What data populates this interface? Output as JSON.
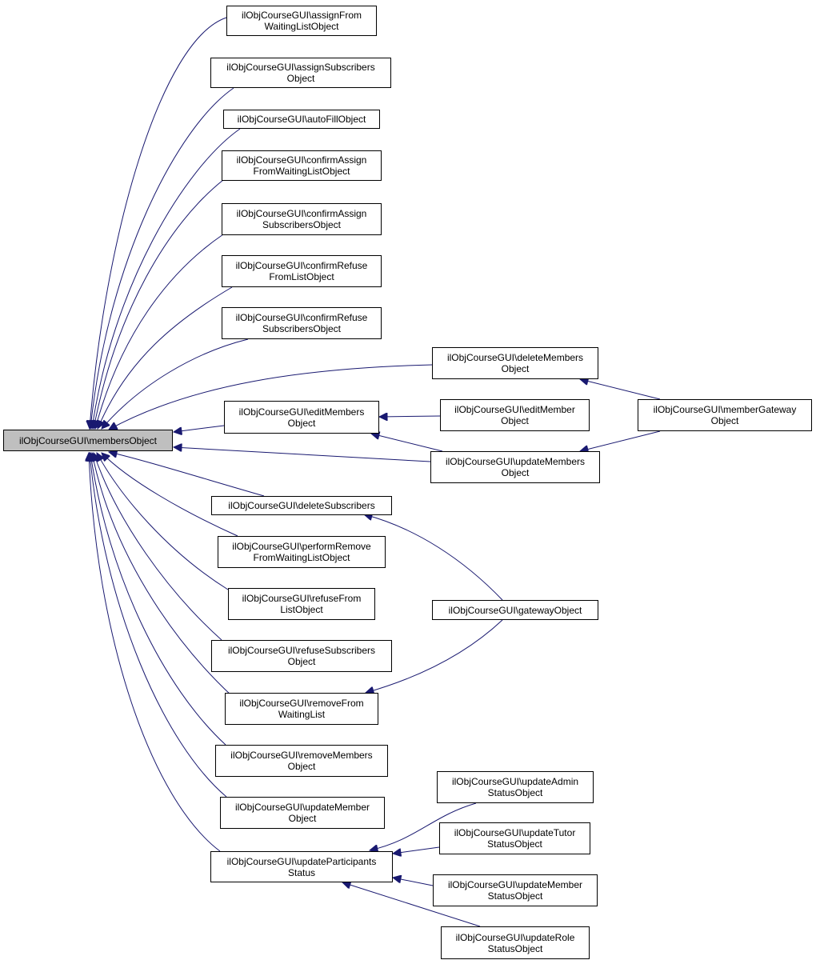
{
  "colors": {
    "edge": "#191970",
    "root_fill": "#bfbfbf",
    "node_fill": "#ffffff",
    "node_border": "#000000"
  },
  "nodes": [
    {
      "id": "root",
      "lines": [
        "ilObjCourseGUI\\membersObject"
      ]
    },
    {
      "id": "assignFromWaitingList",
      "lines": [
        "ilObjCourseGUI\\assignFrom",
        "WaitingListObject"
      ]
    },
    {
      "id": "assignSubscribers",
      "lines": [
        "ilObjCourseGUI\\assignSubscribers",
        "Object"
      ]
    },
    {
      "id": "autoFill",
      "lines": [
        "ilObjCourseGUI\\autoFillObject"
      ]
    },
    {
      "id": "confirmAssignFromWaiting",
      "lines": [
        "ilObjCourseGUI\\confirmAssign",
        "FromWaitingListObject"
      ]
    },
    {
      "id": "confirmAssignSubscribers",
      "lines": [
        "ilObjCourseGUI\\confirmAssign",
        "SubscribersObject"
      ]
    },
    {
      "id": "confirmRefuseFromList",
      "lines": [
        "ilObjCourseGUI\\confirmRefuse",
        "FromListObject"
      ]
    },
    {
      "id": "confirmRefuseSubscribers",
      "lines": [
        "ilObjCourseGUI\\confirmRefuse",
        "SubscribersObject"
      ]
    },
    {
      "id": "deleteMembers",
      "lines": [
        "ilObjCourseGUI\\deleteMembers",
        "Object"
      ]
    },
    {
      "id": "editMembers",
      "lines": [
        "ilObjCourseGUI\\editMembers",
        "Object"
      ]
    },
    {
      "id": "editMember",
      "lines": [
        "ilObjCourseGUI\\editMember",
        "Object"
      ]
    },
    {
      "id": "memberGateway",
      "lines": [
        "ilObjCourseGUI\\memberGateway",
        "Object"
      ]
    },
    {
      "id": "updateMembers",
      "lines": [
        "ilObjCourseGUI\\updateMembers",
        "Object"
      ]
    },
    {
      "id": "deleteSubscribers",
      "lines": [
        "ilObjCourseGUI\\deleteSubscribers"
      ]
    },
    {
      "id": "performRemove",
      "lines": [
        "ilObjCourseGUI\\performRemove",
        "FromWaitingListObject"
      ]
    },
    {
      "id": "refuseFromList",
      "lines": [
        "ilObjCourseGUI\\refuseFrom",
        "ListObject"
      ]
    },
    {
      "id": "gateway",
      "lines": [
        "ilObjCourseGUI\\gatewayObject"
      ]
    },
    {
      "id": "refuseSubscribers",
      "lines": [
        "ilObjCourseGUI\\refuseSubscribers",
        "Object"
      ]
    },
    {
      "id": "removeFromWaitingList",
      "lines": [
        "ilObjCourseGUI\\removeFrom",
        "WaitingList"
      ]
    },
    {
      "id": "removeMembers",
      "lines": [
        "ilObjCourseGUI\\removeMembers",
        "Object"
      ]
    },
    {
      "id": "updateAdminStatus",
      "lines": [
        "ilObjCourseGUI\\updateAdmin",
        "StatusObject"
      ]
    },
    {
      "id": "updateMember",
      "lines": [
        "ilObjCourseGUI\\updateMember",
        "Object"
      ]
    },
    {
      "id": "updateTutorStatus",
      "lines": [
        "ilObjCourseGUI\\updateTutor",
        "StatusObject"
      ]
    },
    {
      "id": "updateParticipantsStatus",
      "lines": [
        "ilObjCourseGUI\\updateParticipants",
        "Status"
      ]
    },
    {
      "id": "updateMemberStatus",
      "lines": [
        "ilObjCourseGUI\\updateMember",
        "StatusObject"
      ]
    },
    {
      "id": "updateRoleStatus",
      "lines": [
        "ilObjCourseGUI\\updateRole",
        "StatusObject"
      ]
    }
  ],
  "edges": [
    {
      "from": "assignFromWaitingList",
      "to": "root"
    },
    {
      "from": "assignSubscribers",
      "to": "root"
    },
    {
      "from": "autoFill",
      "to": "root"
    },
    {
      "from": "confirmAssignFromWaiting",
      "to": "root"
    },
    {
      "from": "confirmAssignSubscribers",
      "to": "root"
    },
    {
      "from": "confirmRefuseFromList",
      "to": "root"
    },
    {
      "from": "confirmRefuseSubscribers",
      "to": "root"
    },
    {
      "from": "deleteMembers",
      "to": "root"
    },
    {
      "from": "editMembers",
      "to": "root"
    },
    {
      "from": "updateMembers",
      "to": "root"
    },
    {
      "from": "deleteSubscribers",
      "to": "root"
    },
    {
      "from": "performRemove",
      "to": "root"
    },
    {
      "from": "refuseFromList",
      "to": "root"
    },
    {
      "from": "refuseSubscribers",
      "to": "root"
    },
    {
      "from": "removeFromWaitingList",
      "to": "root"
    },
    {
      "from": "removeMembers",
      "to": "root"
    },
    {
      "from": "updateMember",
      "to": "root"
    },
    {
      "from": "updateParticipantsStatus",
      "to": "root"
    },
    {
      "from": "editMember",
      "to": "editMembers"
    },
    {
      "from": "updateMembers",
      "to": "editMembers"
    },
    {
      "from": "memberGateway",
      "to": "deleteMembers"
    },
    {
      "from": "memberGateway",
      "to": "updateMembers"
    },
    {
      "from": "gateway",
      "to": "deleteSubscribers"
    },
    {
      "from": "gateway",
      "to": "removeFromWaitingList"
    },
    {
      "from": "updateAdminStatus",
      "to": "updateParticipantsStatus"
    },
    {
      "from": "updateTutorStatus",
      "to": "updateParticipantsStatus"
    },
    {
      "from": "updateMemberStatus",
      "to": "updateParticipantsStatus"
    },
    {
      "from": "updateRoleStatus",
      "to": "updateParticipantsStatus"
    }
  ]
}
